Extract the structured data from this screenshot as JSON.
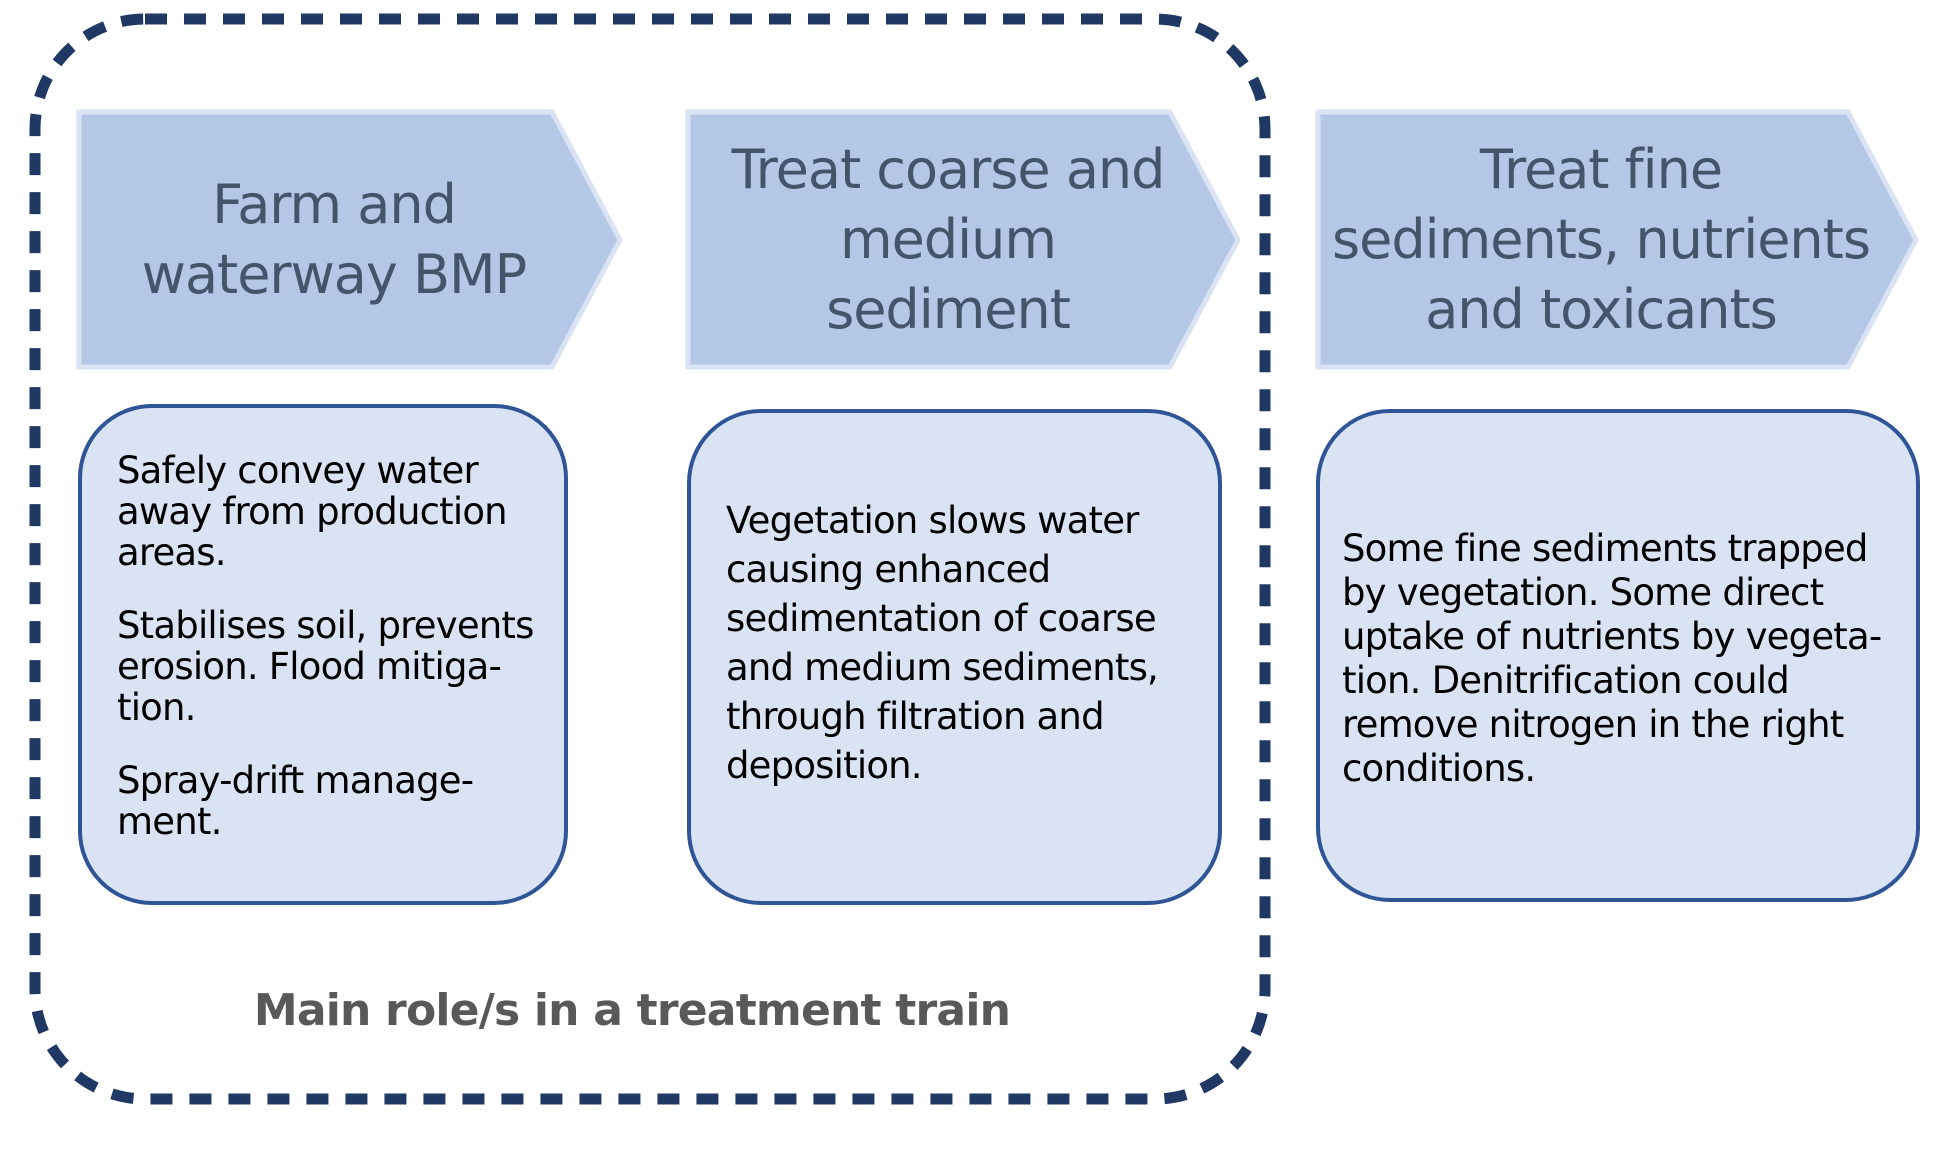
{
  "colors": {
    "dashed_border": "#1f3864",
    "chevron_fill": "#b4c7e7",
    "chevron_outline": "#dae3f3",
    "chevron_text": "#44546a",
    "box_fill": "#dae3f3",
    "box_border": "#2f5597",
    "box_text": "#000000",
    "caption_text": "#595959"
  },
  "stages": [
    {
      "title": "Farm and\nwaterway BMP",
      "description": [
        "Safely convey water\naway from production\nareas.",
        "Stabilises soil, prevents\nerosion. Flood mitiga-\ntion.",
        "Spray-drift manage-\nment."
      ]
    },
    {
      "title": "Treat coarse and\nmedium\nsediment",
      "description": [
        "Vegetation slows water\ncausing enhanced\nsedimentation of coarse\nand medium sediments,\nthrough filtration and\ndeposition."
      ]
    },
    {
      "title": "Treat fine\nsediments, nutrients\nand toxicants",
      "description": [
        "Some fine sediments trapped\nby vegetation. Some direct\nuptake of nutrients by vegeta-\ntion. Denitrification could\nremove nitrogen in the right\nconditions."
      ]
    }
  ],
  "group_caption": "Main role/s in a treatment train"
}
